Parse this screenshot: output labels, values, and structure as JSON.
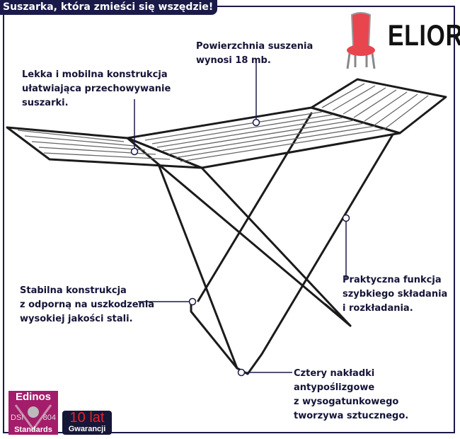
{
  "header": {
    "title": "Suszarka, która zmieści się wszędzie!"
  },
  "brand": {
    "name": "ELIOR",
    "logo_icon": "chair-icon",
    "chair_color": "#e8454f"
  },
  "callouts": {
    "surface": [
      "Powierzchnia suszenia",
      "wynosi 18 mb."
    ],
    "light": [
      "Lekka i mobilna konstrukcja",
      "ułatwiająca przechowywanie",
      "suszarki."
    ],
    "stable": [
      "Stabilna konstrukcja",
      "z odporną na uszkodzenia",
      "wysokiej jakości stali."
    ],
    "folding": [
      "Praktyczna funkcja",
      "szybkiego składania",
      "i rozkładania."
    ],
    "feet": [
      "Cztery nakładki",
      "antypoślizgowe",
      "z wysogatunkowego",
      "tworzywa sztucznego."
    ]
  },
  "badges": {
    "edinos": {
      "name": "Edinos",
      "left": "DSI",
      "right": "804",
      "bottom": "Standards"
    },
    "warranty": {
      "years": "10 lat",
      "label": "Gwarancji"
    }
  },
  "colors": {
    "navy": "#1a1a48",
    "magenta": "#a31d6a",
    "red": "#e8202a"
  }
}
